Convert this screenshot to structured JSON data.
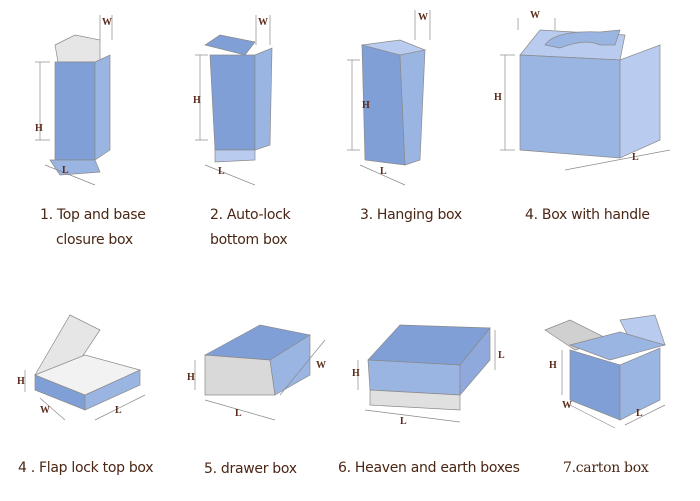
{
  "dimension_labels": {
    "height": "H",
    "width": "W",
    "length": "L"
  },
  "colors": {
    "box_front": "#7f9fd6",
    "box_side": "#9bb5e3",
    "box_top": "#b9cbee",
    "inner": "#e8e8e8",
    "caption": "#4a2614"
  },
  "boxes": [
    {
      "caption_line1": "1. Top and base",
      "caption_line2": "closure box"
    },
    {
      "caption_line1": "2. Auto-lock",
      "caption_line2": "bottom box"
    },
    {
      "caption_line1": "3. Hanging box"
    },
    {
      "caption_line1": "4. Box with handle"
    },
    {
      "caption_line1": "4 . Flap lock top box"
    },
    {
      "caption_line1": "5. drawer box"
    },
    {
      "caption_line1": "6. Heaven and earth boxes"
    },
    {
      "caption_line1": "7.carton  box"
    }
  ]
}
